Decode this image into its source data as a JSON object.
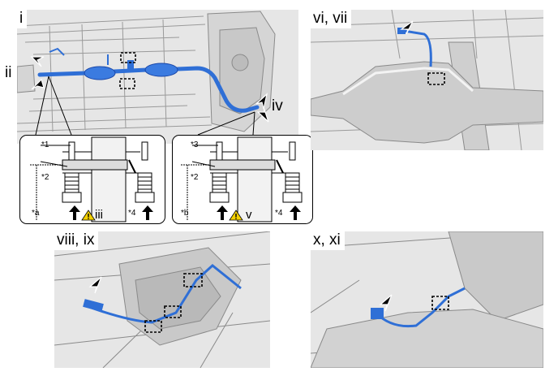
{
  "panels": {
    "p1": {
      "label": "i"
    },
    "p2": {
      "label": "vi, vii"
    },
    "p3": {
      "label": "viii, ix"
    },
    "p4": {
      "label": "x, xi"
    }
  },
  "side_labels": {
    "left": "ii",
    "right": "iv"
  },
  "insets": {
    "a": {
      "top_label": "*1",
      "mid_label": "*2",
      "code": "*a",
      "roman": "iii",
      "right_label": "*4"
    },
    "b": {
      "top_label": "*3",
      "mid_label": "*2",
      "code": "*b",
      "roman": "v",
      "right_label": "*4"
    }
  },
  "colors": {
    "pipe": "#2f6fd6",
    "pipe_dark": "#1a47a8",
    "line": "#8a8a8a",
    "bg": "#e6e6e6",
    "warning": "#f3d000"
  },
  "icons": [
    "arrow-icon",
    "warning-icon",
    "dashed-box-icon"
  ]
}
